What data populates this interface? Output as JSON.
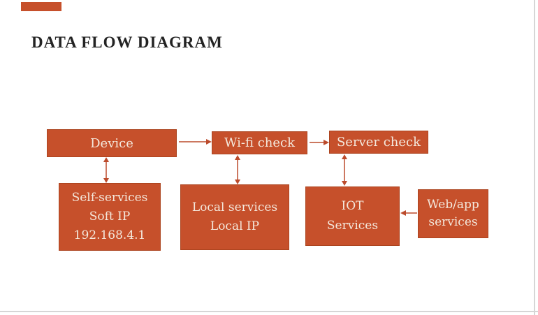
{
  "page": {
    "title": "DATA FLOW DIAGRAM"
  },
  "colors": {
    "box_fill": "#C6502B",
    "box_border": "#AC441F",
    "box_text": "#F4E8DC",
    "arrow": "#BC4B2C",
    "title_text": "#232323",
    "page_border": "#D6D6D6"
  },
  "nodes": {
    "device": {
      "label": "Device"
    },
    "wifi_check": {
      "label": "Wi-fi check"
    },
    "server_check": {
      "label": "Server check"
    },
    "self_services": {
      "line1": "Self-services",
      "line2": "Soft IP",
      "line3": "192.168.4.1"
    },
    "local_services": {
      "line1": "Local services",
      "line2": "Local IP"
    },
    "iot_services": {
      "line1": "IOT",
      "line2": "Services"
    },
    "web_app_services": {
      "line1": "Web/app",
      "line2": "services"
    }
  },
  "edges": [
    {
      "from": "device",
      "to": "wifi_check",
      "direction": "right"
    },
    {
      "from": "wifi_check",
      "to": "server_check",
      "direction": "right"
    },
    {
      "from": "device",
      "to": "self_services",
      "direction": "bidirectional"
    },
    {
      "from": "wifi_check",
      "to": "local_services",
      "direction": "bidirectional"
    },
    {
      "from": "server_check",
      "to": "iot_services",
      "direction": "bidirectional"
    },
    {
      "from": "web_app_services",
      "to": "iot_services",
      "direction": "left"
    }
  ]
}
